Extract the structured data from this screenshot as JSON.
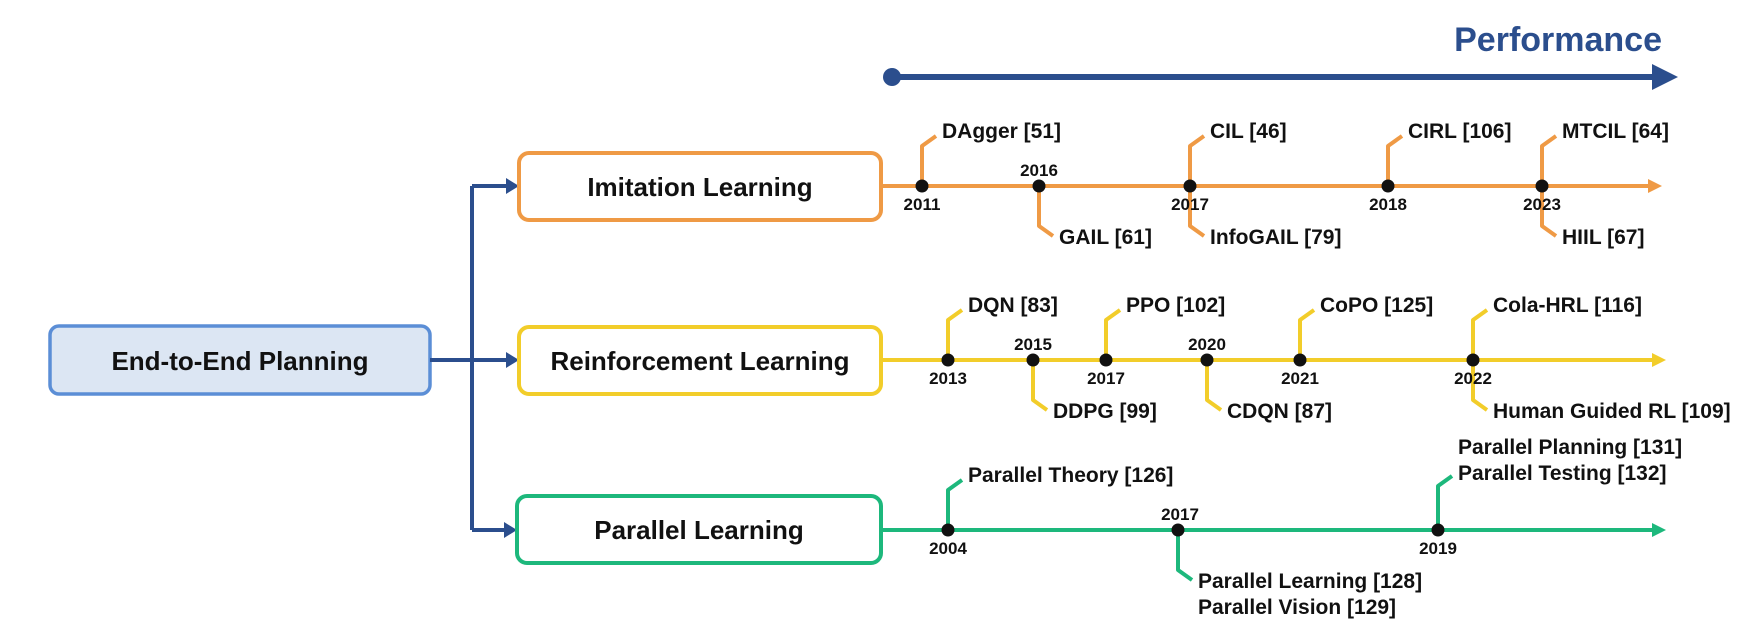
{
  "colors": {
    "navy": "#2b4e8d",
    "root_fill": "#dce6f3",
    "root_stroke": "#5b8ed6",
    "imitation": "#ef9a45",
    "reinforcement": "#f2cd2a",
    "parallel": "#1db87c",
    "dot": "#111111",
    "text": "#111111"
  },
  "performance": {
    "label": "Performance"
  },
  "root": {
    "label": "End-to-End Planning"
  },
  "categories": [
    {
      "id": "imitation",
      "label": "Imitation Learning",
      "color_key": "imitation",
      "years": [
        "2011",
        "2016",
        "2017",
        "2018",
        "2023"
      ],
      "methods": [
        {
          "year": "2011",
          "side": "above",
          "lines": [
            "DAgger [51]"
          ]
        },
        {
          "year": "2016",
          "side": "below",
          "lines": [
            "GAIL [61]"
          ]
        },
        {
          "year": "2017",
          "side": "above",
          "lines": [
            "CIL [46]"
          ]
        },
        {
          "year": "2017",
          "side": "below",
          "lines": [
            "InfoGAIL [79]"
          ]
        },
        {
          "year": "2018",
          "side": "above",
          "lines": [
            "CIRL [106]"
          ]
        },
        {
          "year": "2023",
          "side": "above",
          "lines": [
            "MTCIL [64]"
          ]
        },
        {
          "year": "2023",
          "side": "below",
          "lines": [
            "HIIL [67]"
          ]
        }
      ]
    },
    {
      "id": "reinforcement",
      "label": "Reinforcement Learning",
      "color_key": "reinforcement",
      "years": [
        "2013",
        "2015",
        "2017",
        "2020",
        "2021",
        "2022"
      ],
      "methods": [
        {
          "year": "2013",
          "side": "above",
          "lines": [
            "DQN [83]"
          ]
        },
        {
          "year": "2015",
          "side": "below",
          "lines": [
            "DDPG [99]"
          ]
        },
        {
          "year": "2017",
          "side": "above",
          "lines": [
            "PPO [102]"
          ]
        },
        {
          "year": "2020",
          "side": "below",
          "lines": [
            "CDQN [87]"
          ]
        },
        {
          "year": "2021",
          "side": "above",
          "lines": [
            "CoPO [125]"
          ]
        },
        {
          "year": "2022",
          "side": "above",
          "lines": [
            "Cola-HRL [116]"
          ]
        },
        {
          "year": "2022",
          "side": "below",
          "lines": [
            "Human Guided RL [109]"
          ]
        }
      ]
    },
    {
      "id": "parallel",
      "label": "Parallel Learning",
      "color_key": "parallel",
      "years": [
        "2004",
        "2017",
        "2019"
      ],
      "methods": [
        {
          "year": "2004",
          "side": "above",
          "lines": [
            "Parallel Theory [126]"
          ]
        },
        {
          "year": "2017",
          "side": "below",
          "lines": [
            "Parallel Learning [128]",
            "Parallel Vision [129]"
          ]
        },
        {
          "year": "2019",
          "side": "above",
          "lines": [
            "Parallel Planning [131]",
            "Parallel Testing [132]"
          ]
        }
      ]
    }
  ]
}
